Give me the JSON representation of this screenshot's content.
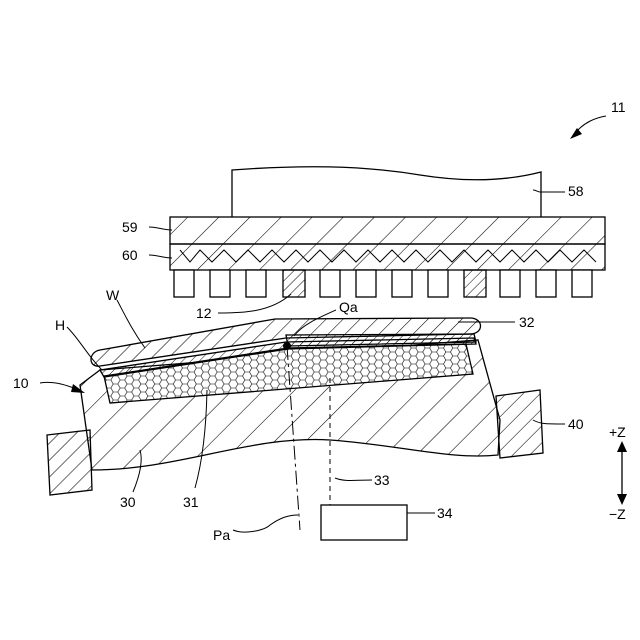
{
  "labels": {
    "assembly": "11",
    "head_block": "58",
    "upper_plate": "59",
    "lower_plate": "60",
    "pin": "12",
    "point_q": "Qa",
    "wafer": "W",
    "layer_h": "H",
    "film": "32",
    "stage_unit": "10",
    "side_block": "40",
    "base": "30",
    "porous": "31",
    "axis_p": "Pa",
    "beam": "33",
    "sensor": "34",
    "plus_z": "+Z",
    "minus_z": "−Z"
  }
}
